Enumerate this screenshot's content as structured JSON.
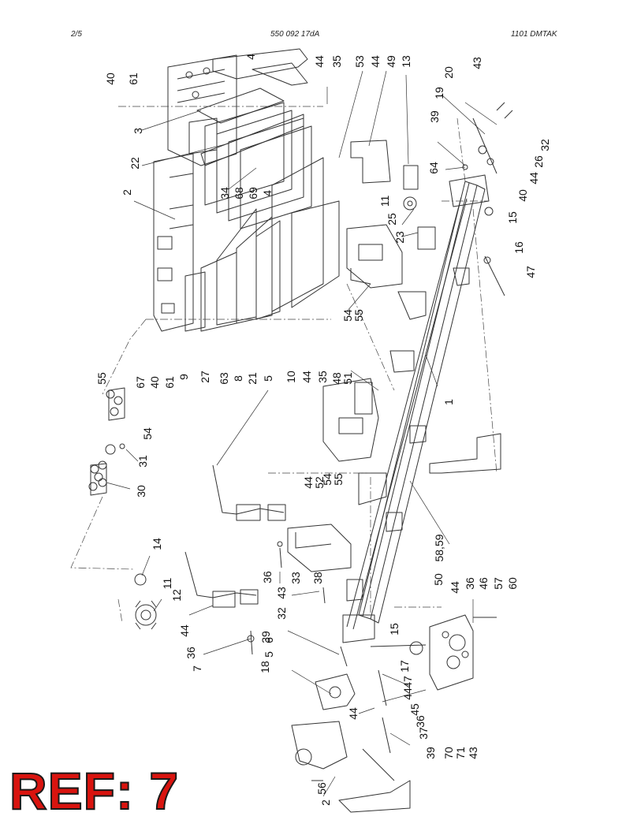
{
  "header": {
    "page": "2/5",
    "doc_number": "550 092 17dA",
    "model": "1101   DMTAK"
  },
  "callouts": [
    "4",
    "44",
    "35",
    "53",
    "44",
    "49",
    "13",
    "40",
    "61",
    "3",
    "22",
    "34",
    "68",
    "69",
    "4",
    "20",
    "43",
    "19",
    "39",
    "32",
    "26",
    "44",
    "64",
    "11",
    "25",
    "23",
    "40",
    "15",
    "16",
    "47",
    "2",
    "54",
    "55",
    "48",
    "51",
    "10",
    "44",
    "35",
    "1",
    "55",
    "67",
    "40",
    "61",
    "9",
    "27",
    "63",
    "8",
    "21",
    "5",
    "54",
    "31",
    "30",
    "44",
    "52",
    "54",
    "55",
    "36",
    "58,59",
    "14",
    "11",
    "12",
    "50",
    "38",
    "33",
    "43",
    "32",
    "39",
    "6",
    "5",
    "44",
    "36",
    "7",
    "44",
    "36",
    "46",
    "57",
    "60",
    "15",
    "17",
    "47",
    "44",
    "45",
    "36",
    "37",
    "39",
    "18",
    "44",
    "70",
    "71",
    "43",
    "56",
    "2"
  ],
  "ref_label": "REF: 7"
}
